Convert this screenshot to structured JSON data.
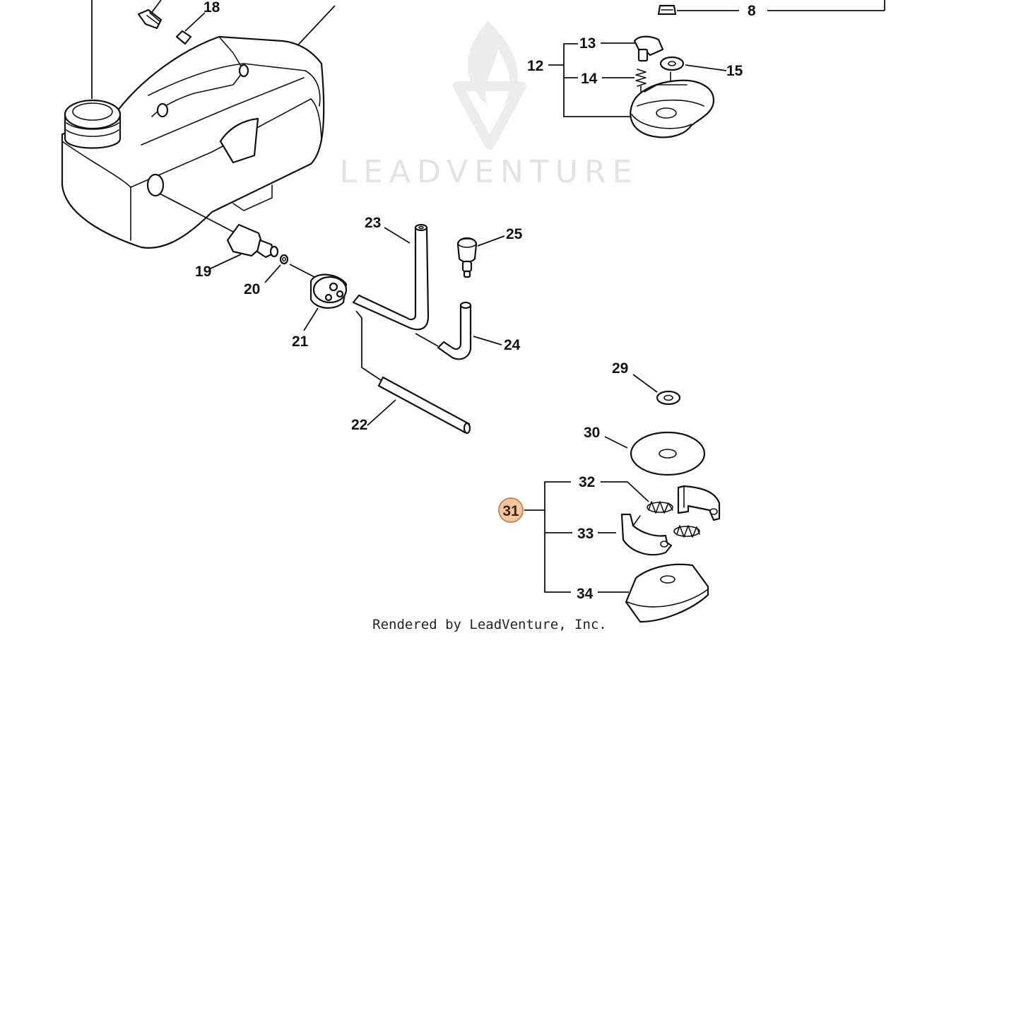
{
  "watermark": {
    "brand": "LEADVENTURE"
  },
  "credit": "Rendered by LeadVenture, Inc.",
  "highlight": {
    "fill": "#f4c6a0",
    "stroke": "#c98a55"
  },
  "callouts": {
    "c8": "8",
    "c12": "12",
    "c13": "13",
    "c14": "14",
    "c15": "15",
    "c18": "18",
    "c19": "19",
    "c20": "20",
    "c21": "21",
    "c22": "22",
    "c23": "23",
    "c24": "24",
    "c25": "25",
    "c29": "29",
    "c30": "30",
    "c31": "31",
    "c32": "32",
    "c33": "33",
    "c34": "34"
  }
}
